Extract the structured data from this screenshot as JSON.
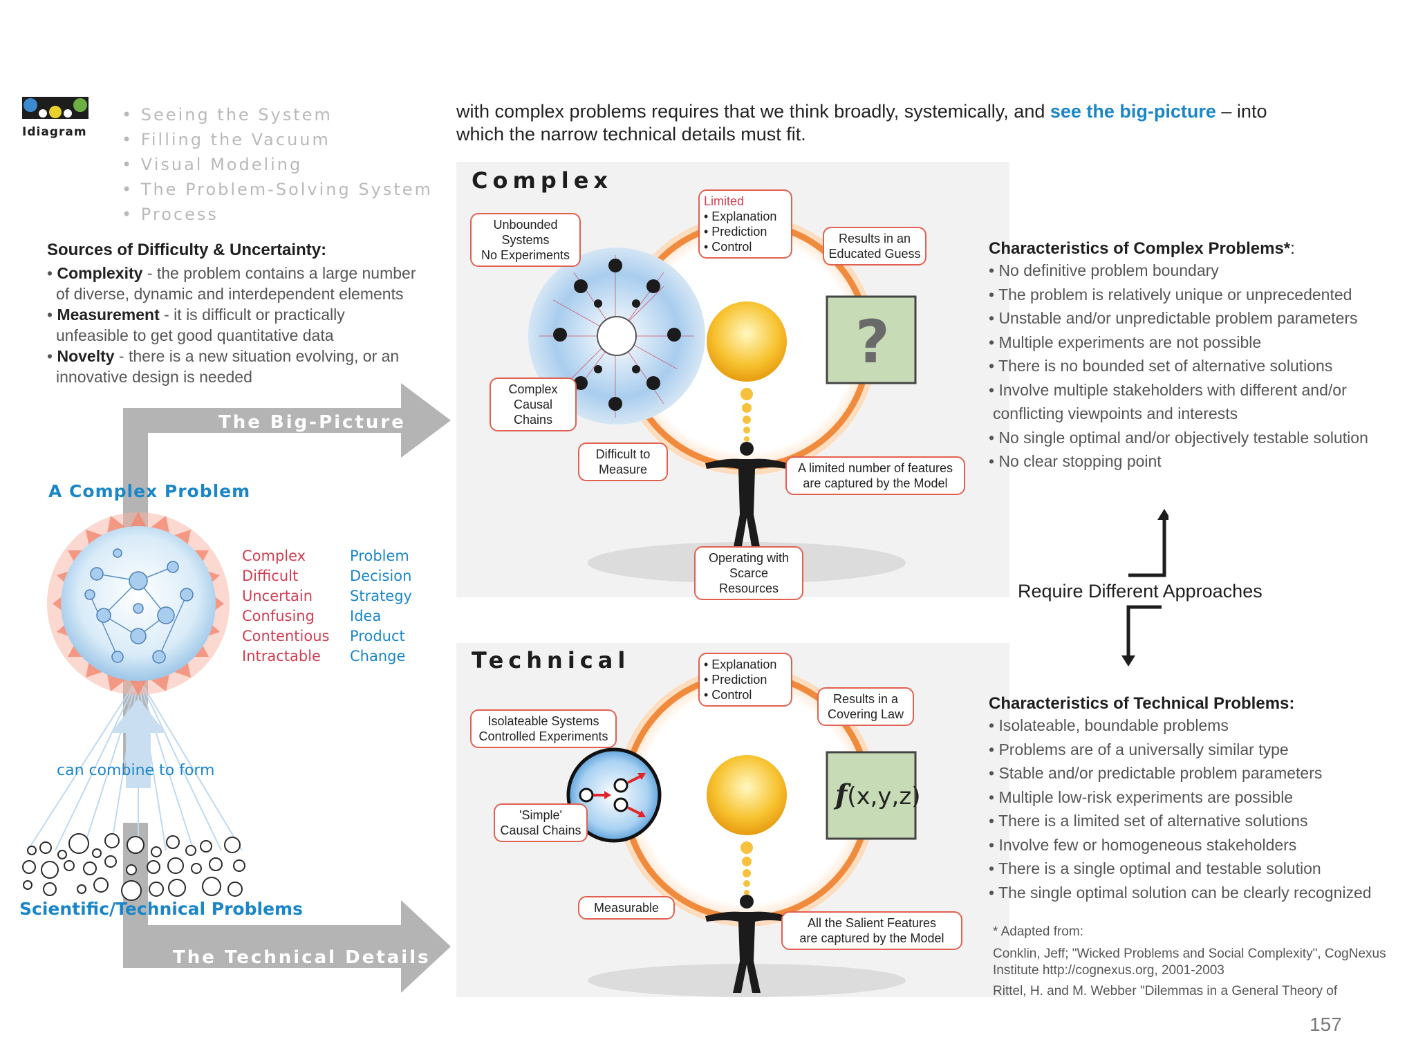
{
  "logo": {
    "text": "Idiagram"
  },
  "nav": [
    "Seeing the System",
    "Filling the Vacuum",
    "Visual Modeling",
    "The Problem-Solving System",
    "Process"
  ],
  "intro": {
    "line1_pre": "with complex problems requires that we think broadly, systemically, and ",
    "line1_link": "see the big-picture",
    "line1_post": " – into",
    "line2": "which the narrow technical details must fit."
  },
  "sources": {
    "title": "Sources of Difficulty & Uncertainty:",
    "items": [
      {
        "term": "Complexity",
        "desc_1": " - the problem contains a large number",
        "desc_2": "of diverse, dynamic and interdependent elements"
      },
      {
        "term": "Measurement",
        "desc_1": " - it is difficult or practically",
        "desc_2": "unfeasible to get good quantitative data"
      },
      {
        "term": "Novelty",
        "desc_1": " - there is a new situation evolving, or an",
        "desc_2": "innovative design is needed"
      }
    ]
  },
  "left": {
    "big_picture_label": "The Big-Picture",
    "complex_problem_label": "A Complex Problem",
    "words_red": [
      "Complex",
      "Difficult",
      "Uncertain",
      "Confusing",
      "Contentious",
      "Intractable"
    ],
    "words_blue": [
      "Problem",
      "Decision",
      "Strategy",
      "Idea",
      "Product",
      "Change"
    ],
    "combine_label": "can combine to form",
    "scitech_label": "Scientific/Technical Problems",
    "tech_details_label": "The Technical Details"
  },
  "complex_panel": {
    "title": "Complex",
    "unbounded": [
      "Unbounded Systems",
      "No Experiments"
    ],
    "limited_title": "Limited",
    "limited_items": [
      "• Explanation",
      "• Prediction",
      "• Control"
    ],
    "results": [
      "Results in an",
      "Educated Guess"
    ],
    "model_symbol": "?",
    "causal": [
      "Complex",
      "Causal Chains"
    ],
    "difficult": [
      "Difficult to",
      "Measure"
    ],
    "features": [
      "A limited number of features",
      "are captured by the Model"
    ],
    "scarce": [
      "Operating with",
      "Scarce Resources"
    ]
  },
  "technical_panel": {
    "title": "Technical",
    "items": [
      "• Explanation",
      "• Prediction",
      "• Control"
    ],
    "results": [
      "Results in a",
      "Covering Law"
    ],
    "isolateable": [
      "Isolateable Systems",
      "Controlled Experiments"
    ],
    "simple": [
      "'Simple'",
      "Causal Chains"
    ],
    "function_f": "f",
    "function_args": "(x,y,z)",
    "measurable": "Measurable",
    "salient": [
      "All the Salient Features",
      "are captured by the Model"
    ]
  },
  "complex_chars": {
    "title": "Characteristics of Complex Problems*",
    "title_suffix": ":",
    "items": [
      "• No definitive problem boundary",
      "• The problem is relatively unique or unprecedented",
      "• Unstable and/or unpredictable problem parameters",
      "• Multiple experiments are not possible",
      "• There is no bounded set of alternative solutions",
      "• Involve multiple stakeholders with different and/or",
      "conflicting viewpoints and interests",
      "• No single optimal and/or objectively testable solution",
      "• No clear stopping point"
    ]
  },
  "approaches": "Require Different Approaches",
  "technical_chars": {
    "title": "Characteristics of Technical Problems:",
    "items": [
      "• Isolateable, boundable problems",
      "• Problems are of a universally similar type",
      "• Stable and/or predictable problem parameters",
      "• Multiple low-risk experiments are possible",
      "• There is a limited set of alternative solutions",
      "• Involve few or homogeneous stakeholders",
      "• There is a single optimal and testable solution",
      "• The single optimal solution can be clearly recognized"
    ]
  },
  "footnote": {
    "adapted": "* Adapted from:",
    "ref1_line1": "Conklin, Jeff; \"Wicked Problems and Social Complexity\", CogNexus",
    "ref1_line2": "Institute http://cognexus.org,  2001-2003",
    "ref2": "Rittel, H. and M. Webber \"Dilemmas in a General Theory of"
  },
  "page_number": "157",
  "colors": {
    "accent_blue": "#1a86c7",
    "accent_red": "#cf3e52",
    "box_border": "#e2604f",
    "arrow_gray": "#b4b4b4",
    "orange": "#f08a3c"
  }
}
